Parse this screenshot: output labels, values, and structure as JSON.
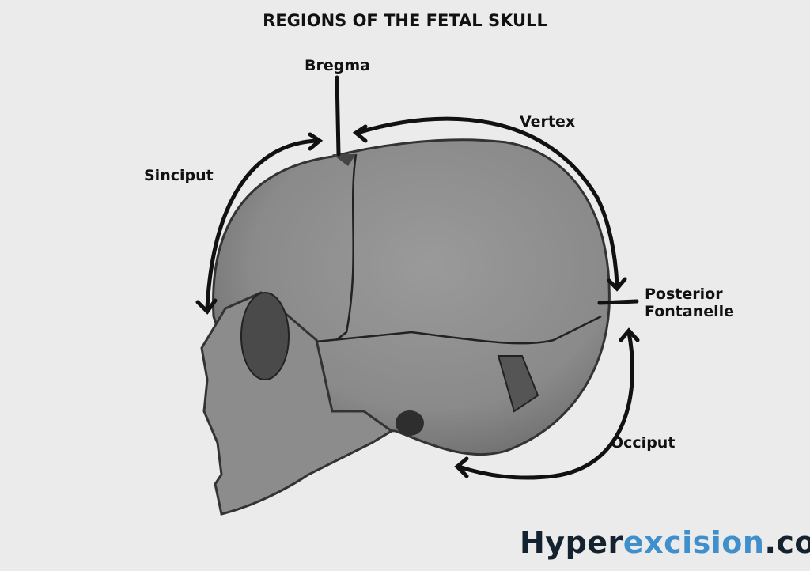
{
  "title": "REGIONS OF THE FETAL SKULL",
  "labels": {
    "bregma": "Bregma",
    "vertex": "Vertex",
    "sinciput": "Sinciput",
    "posterior_fontanelle_1": "Posterior",
    "posterior_fontanelle_2": "Fontanelle",
    "occiput": "Occiput"
  },
  "logo": {
    "part1": "Hyper",
    "part2": "excision",
    "part3": ".com"
  },
  "colors": {
    "background": "#ebebeb",
    "brand_dark": "#14212f",
    "brand_blue": "#3f8fcc"
  }
}
